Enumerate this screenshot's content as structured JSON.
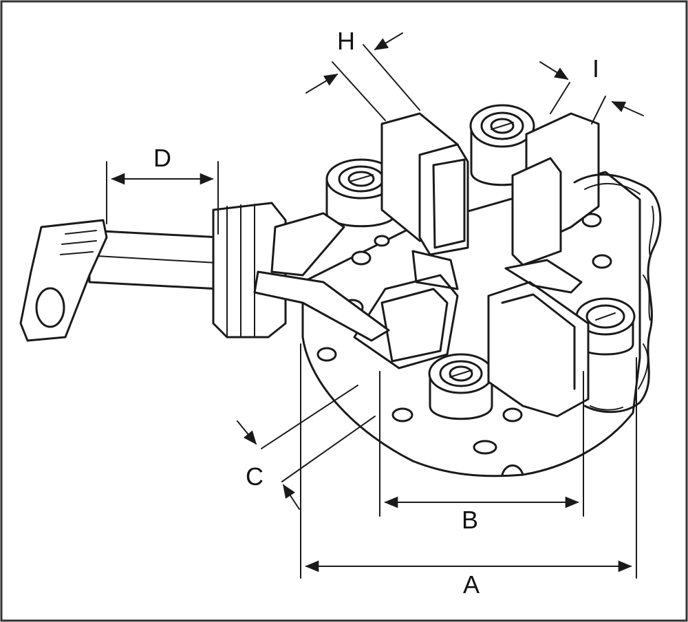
{
  "colors": {
    "line": "#1a1a1a",
    "background": "#ffffff",
    "border": "#333333"
  },
  "labels": {
    "a": "A",
    "b": "B",
    "c": "C",
    "d": "D",
    "h": "H",
    "i": "I"
  }
}
